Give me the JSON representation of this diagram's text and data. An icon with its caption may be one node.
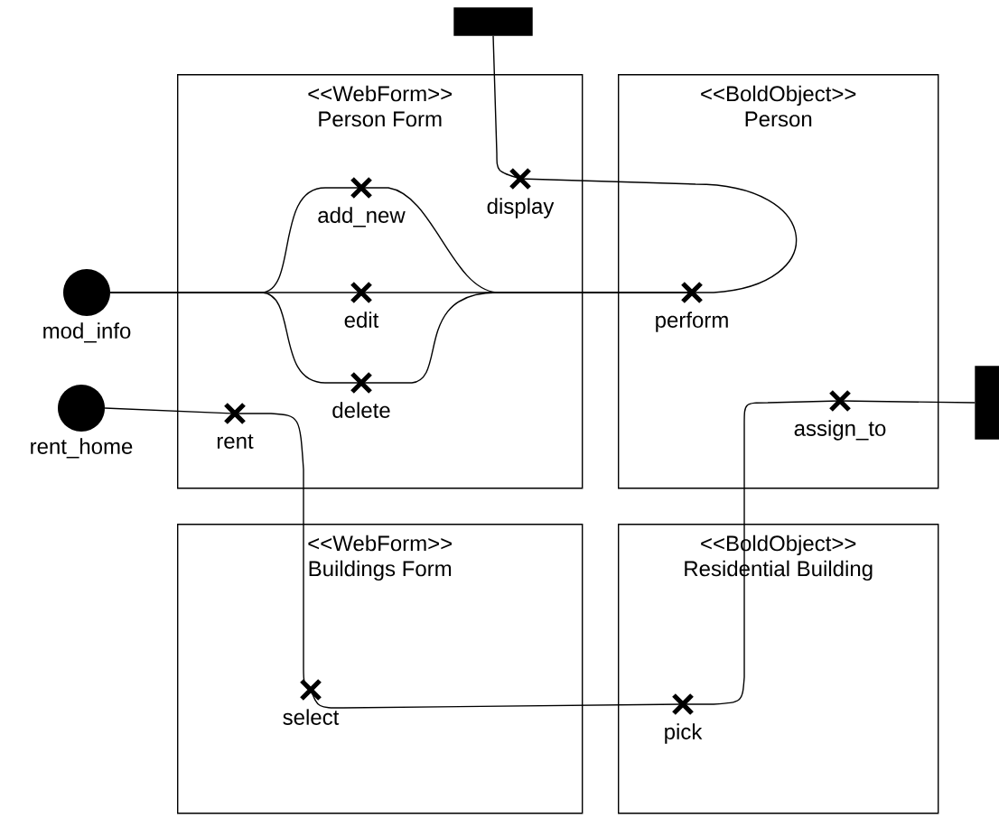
{
  "diagram": {
    "nodes": [
      {
        "text": [
          "<<WebForm>>",
          "Person Form"
        ]
      },
      {
        "text": [
          "<<BoldObject>>",
          "Person"
        ]
      },
      {
        "text": [
          "<<WebForm>>",
          "Buildings Form"
        ]
      },
      {
        "text": [
          "<<BoldObject>>",
          "Residential Building"
        ]
      },
      {
        "text": [
          "mod_info"
        ]
      },
      {
        "text": [
          "rent_home"
        ]
      },
      {
        "text": [],
        "shape": "bar"
      },
      {
        "text": [],
        "shape": "bar"
      },
      {
        "text": [
          "add_new"
        ],
        "in": 0
      },
      {
        "text": [
          "edit"
        ],
        "in": 0
      },
      {
        "text": [
          "delete"
        ],
        "in": 0
      },
      {
        "text": [
          "display"
        ],
        "in": 0
      },
      {
        "text": [
          "rent"
        ],
        "in": 0
      },
      {
        "text": [
          "perform"
        ],
        "in": 1
      },
      {
        "text": [
          "assign_to"
        ],
        "in": 1
      },
      {
        "text": [
          "select"
        ],
        "in": 2
      },
      {
        "text": [
          "pick"
        ],
        "in": 3
      }
    ],
    "edges": [
      {
        "from": 4,
        "to": 8,
        "arrow": "none"
      },
      {
        "from": 4,
        "to": 9,
        "arrow": "none"
      },
      {
        "from": 4,
        "to": 10,
        "arrow": "none"
      },
      {
        "from": 8,
        "to": 13,
        "arrow": "none"
      },
      {
        "from": 9,
        "to": 13,
        "arrow": "none"
      },
      {
        "from": 10,
        "to": 13,
        "arrow": "none"
      },
      {
        "from": 13,
        "to": 11,
        "arrow": "none"
      },
      {
        "from": 11,
        "to": 6,
        "arrow": "none"
      },
      {
        "from": 5,
        "to": 12,
        "arrow": "none"
      },
      {
        "from": 12,
        "to": 15,
        "arrow": "none"
      },
      {
        "from": 15,
        "to": 16,
        "arrow": "none"
      },
      {
        "from": 16,
        "to": 14,
        "arrow": "none"
      },
      {
        "from": 14,
        "to": 7,
        "arrow": "none"
      }
    ]
  }
}
